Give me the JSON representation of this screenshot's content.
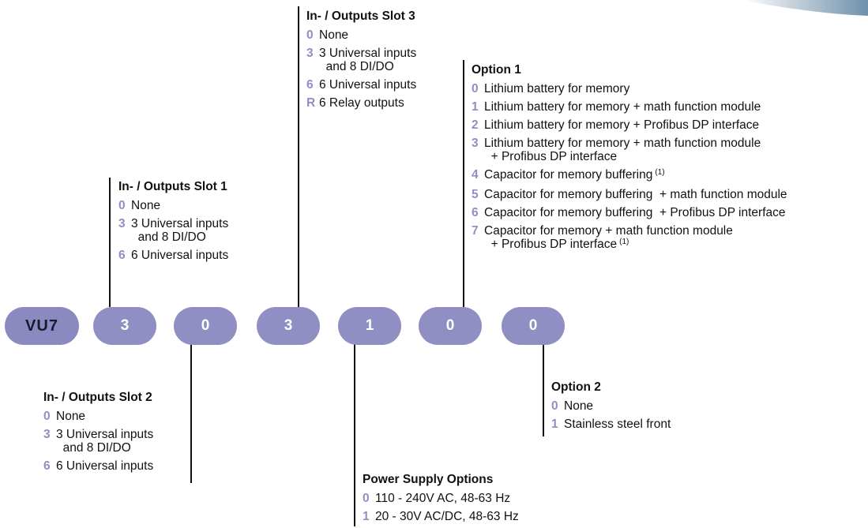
{
  "model_code": [
    "VU7",
    "3",
    "0",
    "3",
    "1",
    "0",
    "0"
  ],
  "groups": {
    "slot1": {
      "title": "In- / Outputs Slot 1",
      "options": [
        {
          "code": "0",
          "text": "None"
        },
        {
          "code": "3",
          "text": "3 Universal inputs\nand 8 DI/DO"
        },
        {
          "code": "6",
          "text": "6 Universal inputs"
        }
      ]
    },
    "slot2": {
      "title": "In- / Outputs Slot 2",
      "options": [
        {
          "code": "0",
          "text": "None"
        },
        {
          "code": "3",
          "text": "3 Universal inputs\nand 8 DI/DO"
        },
        {
          "code": "6",
          "text": "6 Universal inputs"
        }
      ]
    },
    "slot3": {
      "title": "In- / Outputs Slot 3",
      "options": [
        {
          "code": "0",
          "text": "None"
        },
        {
          "code": "3",
          "text": "3 Universal inputs\nand 8 DI/DO"
        },
        {
          "code": "6",
          "text": "6 Universal inputs"
        },
        {
          "code": "R",
          "text": "6 Relay outputs"
        }
      ]
    },
    "power": {
      "title": "Power Supply Options",
      "options": [
        {
          "code": "0",
          "text": "110 - 240V AC, 48-63 Hz"
        },
        {
          "code": "1",
          "text": "20 - 30V AC/DC, 48-63 Hz"
        }
      ]
    },
    "option1": {
      "title": "Option 1",
      "options": [
        {
          "code": "0",
          "text": "Lithium battery for memory"
        },
        {
          "code": "1",
          "text": "Lithium battery for memory + math function module"
        },
        {
          "code": "2",
          "text": "Lithium battery for memory + Profibus DP interface"
        },
        {
          "code": "3",
          "text": "Lithium battery for memory + math function module\n+ Profibus DP interface"
        },
        {
          "code": "4",
          "text": "Capacitor for memory buffering",
          "note": "(1)"
        },
        {
          "code": "5",
          "text": "Capacitor for memory buffering  + math function module"
        },
        {
          "code": "6",
          "text": "Capacitor for memory buffering  + Profibus DP interface"
        },
        {
          "code": "7",
          "text": "Capacitor for memory + math function module\n+ Profibus DP interface",
          "note": "(1)"
        }
      ]
    },
    "option2": {
      "title": "Option 2",
      "options": [
        {
          "code": "0",
          "text": "None"
        },
        {
          "code": "1",
          "text": "Stainless steel front"
        }
      ]
    }
  }
}
